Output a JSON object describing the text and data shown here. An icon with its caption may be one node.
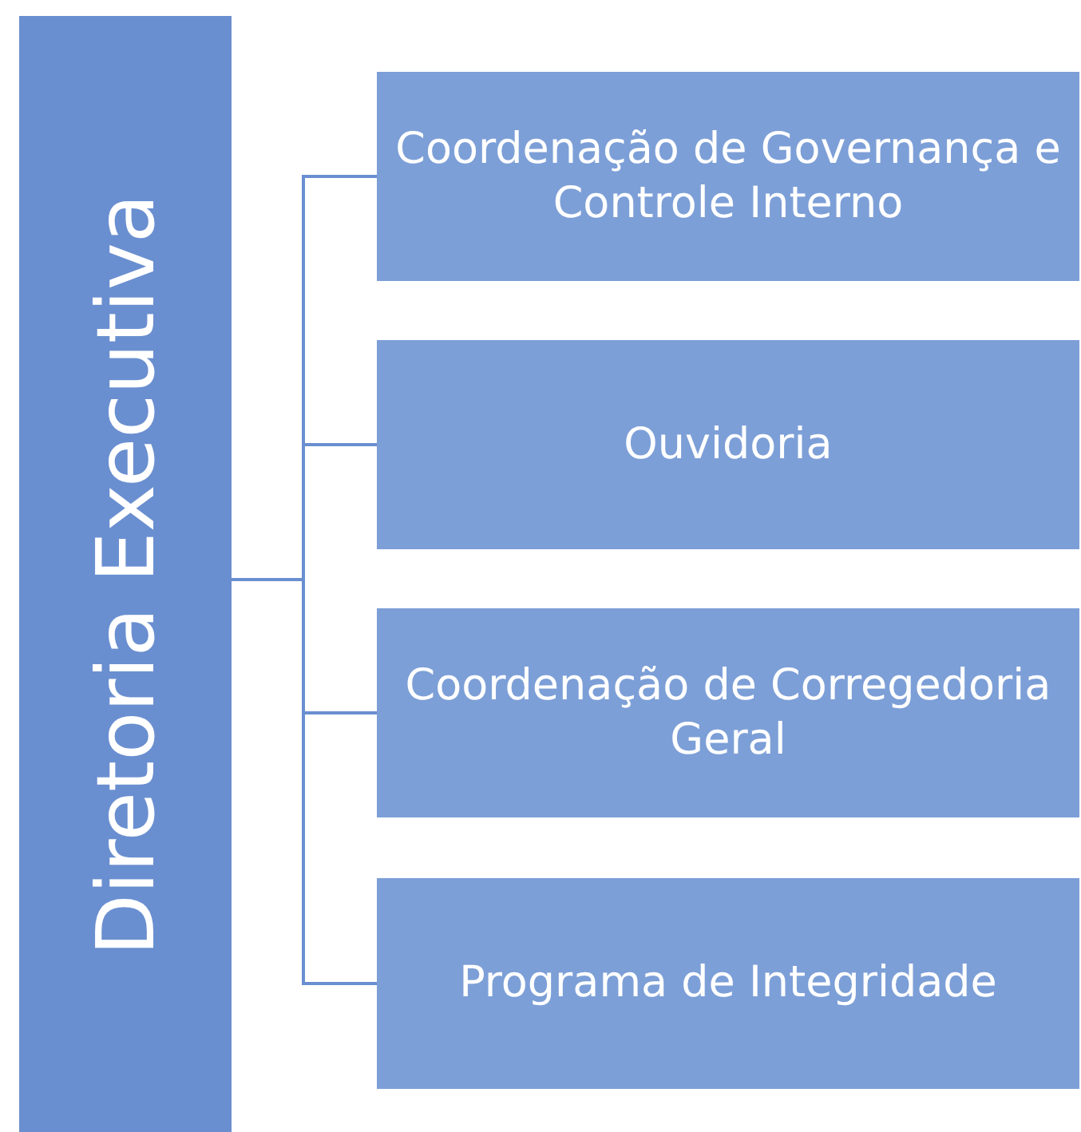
{
  "diagram": {
    "nodes": [
      {
        "text": [
          "Diretoria Executiva"
        ]
      },
      {
        "text": [
          "Coordenação de Governança e Controle Interno"
        ]
      },
      {
        "text": [
          "Ouvidoria"
        ]
      },
      {
        "text": [
          "Coordenação de Corregedoria Geral"
        ]
      },
      {
        "text": [
          "Programa de Integridade"
        ]
      }
    ],
    "edges": [
      {
        "from": 0,
        "to": 1,
        "arrow": "none"
      },
      {
        "from": 0,
        "to": 2,
        "arrow": "none"
      },
      {
        "from": 0,
        "to": 3,
        "arrow": "none"
      },
      {
        "from": 0,
        "to": 4,
        "arrow": "none"
      }
    ]
  }
}
